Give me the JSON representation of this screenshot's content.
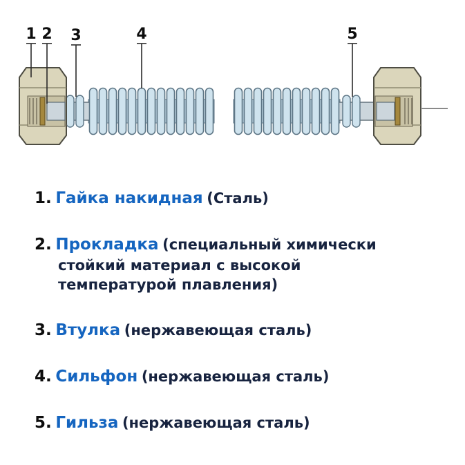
{
  "diagram": {
    "callouts": [
      {
        "label": "1"
      },
      {
        "label": "2"
      },
      {
        "label": "3"
      },
      {
        "label": "4"
      },
      {
        "label": "5"
      }
    ]
  },
  "legend": {
    "items": [
      {
        "num": "1.",
        "term": "Гайка накидная",
        "desc": "(Сталь)"
      },
      {
        "num": "2.",
        "term": "Прокладка",
        "desc": "(специальный химически стойкий материал с высокой температурой плавления)"
      },
      {
        "num": "3.",
        "term": "Втулка",
        "desc": "(нержавеющая сталь)"
      },
      {
        "num": "4.",
        "term": "Сильфон",
        "desc": "(нержавеющая сталь)"
      },
      {
        "num": "5.",
        "term": "Гильза",
        "desc": "(нержавеющая сталь)"
      }
    ]
  },
  "colors": {
    "term_blue": "#1565c0",
    "desc_navy": "#17233f",
    "number_black": "#0d0d0d",
    "bellows_blue": "#cfe3ee",
    "bellows_stroke": "#5d7585",
    "trough_blue": "#b7cfdd",
    "nut_khaki": "#dbd6bb",
    "nut_stroke": "#4e4d43",
    "gasket_brass": "#a5883e"
  }
}
